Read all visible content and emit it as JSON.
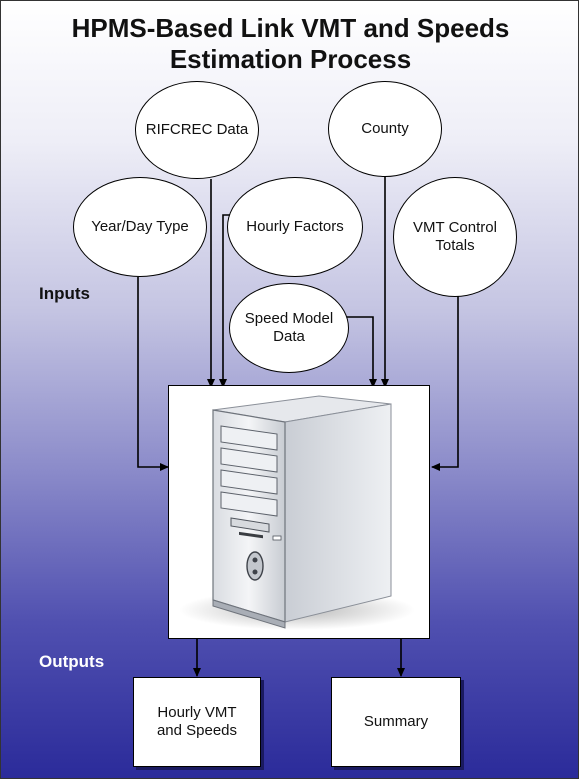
{
  "title": {
    "line1": "HPMS-Based Link VMT and Speeds",
    "line2": "Estimation Process"
  },
  "sections": {
    "inputs": "Inputs",
    "outputs": "Outputs"
  },
  "inputs": {
    "rifcrec": "RIFCREC Data",
    "county": "County",
    "year_day_type": "Year/Day Type",
    "hourly_factors": "Hourly Factors",
    "vmt_control_totals": "VMT Control\nTotals",
    "speed_model_data": "Speed Model\nData"
  },
  "process": {
    "icon": "desktop-computer-tower-icon"
  },
  "outputs": {
    "hourly_vmt_speeds": "Hourly VMT\nand Speeds",
    "summary": "Summary"
  },
  "colors": {
    "background_top": "#ffffff",
    "background_bottom": "#2b2b9a",
    "line": "#000000"
  }
}
